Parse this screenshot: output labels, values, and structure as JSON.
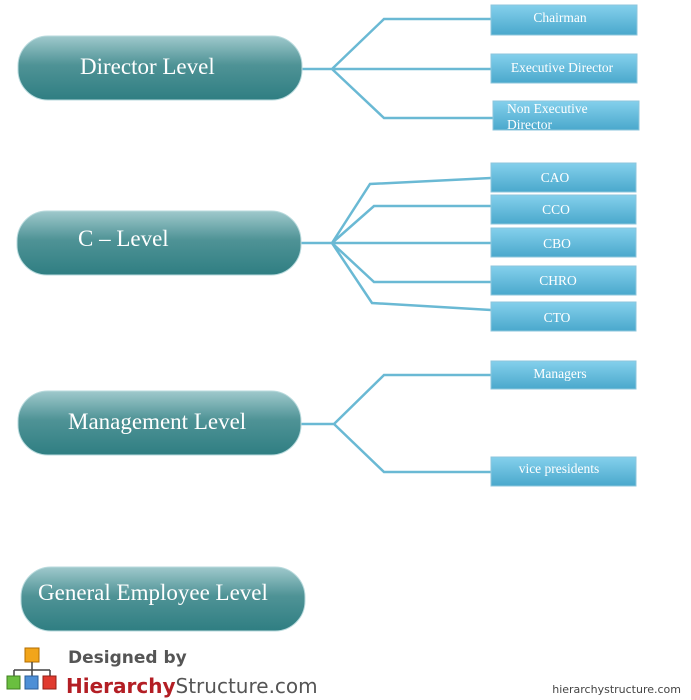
{
  "levels": [
    {
      "label": "Director Level",
      "nodes": [
        {
          "label": "Chairman"
        },
        {
          "label": "Executive Director"
        },
        {
          "label_lines": [
            "Non Executive",
            "Director"
          ]
        }
      ]
    },
    {
      "label": "C – Level",
      "nodes": [
        {
          "label": "CAO"
        },
        {
          "label": "CCO"
        },
        {
          "label": "CBO"
        },
        {
          "label": "CHRO"
        },
        {
          "label": "CTO"
        }
      ]
    },
    {
      "label": "Management Level",
      "nodes": [
        {
          "label": "Managers"
        },
        {
          "label": "vice presidents"
        }
      ]
    },
    {
      "label": "General Employee Level",
      "nodes": []
    }
  ],
  "footer": {
    "designed_by": "Designed by",
    "brand_part1": "Hierarchy",
    "brand_part2": "Structure",
    "brand_part3": ".com",
    "site": "hierarchystructure.com"
  },
  "colors": {
    "level_top": "#86bcc0",
    "level_bottom": "#2f7e82",
    "node_top": "#7dcbe8",
    "node_bottom": "#4aa8cc",
    "connector": "#6ab9d4",
    "brand_red": "#b31e24"
  },
  "icons": [
    "org-chart-logo-icon"
  ]
}
